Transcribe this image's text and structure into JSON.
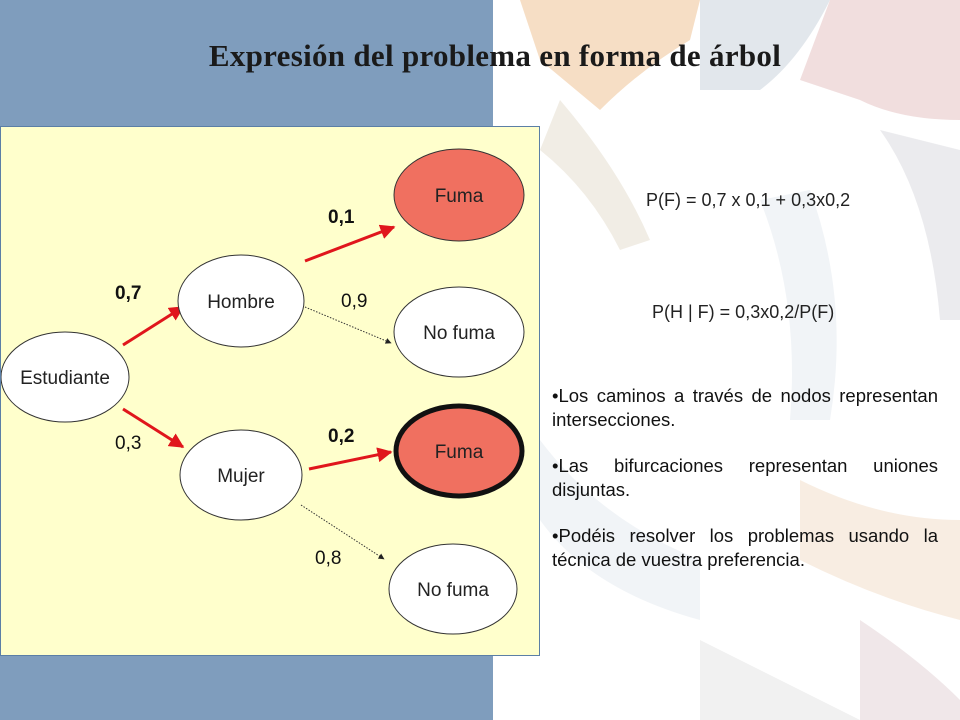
{
  "title": "Expresión del problema en forma de árbol",
  "tree": {
    "nodes": {
      "root": "Estudiante",
      "hombre": "Hombre",
      "mujer": "Mujer",
      "hombre_fuma": "Fuma",
      "hombre_no_fuma": "No fuma",
      "mujer_fuma": "Fuma",
      "mujer_no_fuma": "No fuma"
    },
    "probabilities": {
      "root_hombre": "0,7",
      "root_mujer": "0,3",
      "hombre_fuma": "0,1",
      "hombre_no_fuma": "0,9",
      "mujer_fuma": "0,2",
      "mujer_no_fuma": "0,8"
    }
  },
  "formulas": {
    "pf": "P(F) = 0,7 x 0,1 + 0,3x0,2",
    "phf": "P(H | F) = 0,3x0,2/P(F)"
  },
  "bullets": [
    "Los caminos a través de nodos representan intersecciones.",
    "Las bifurcaciones representan uniones disjuntas.",
    "Podéis resolver los problemas usando la técnica de vuestra preferencia."
  ],
  "colors": {
    "band": "#7f9dbd",
    "panel": "#ffffcc",
    "node_fill": "#ffffff",
    "highlight_node": "#f07060",
    "arrow_red": "#e0161c"
  }
}
